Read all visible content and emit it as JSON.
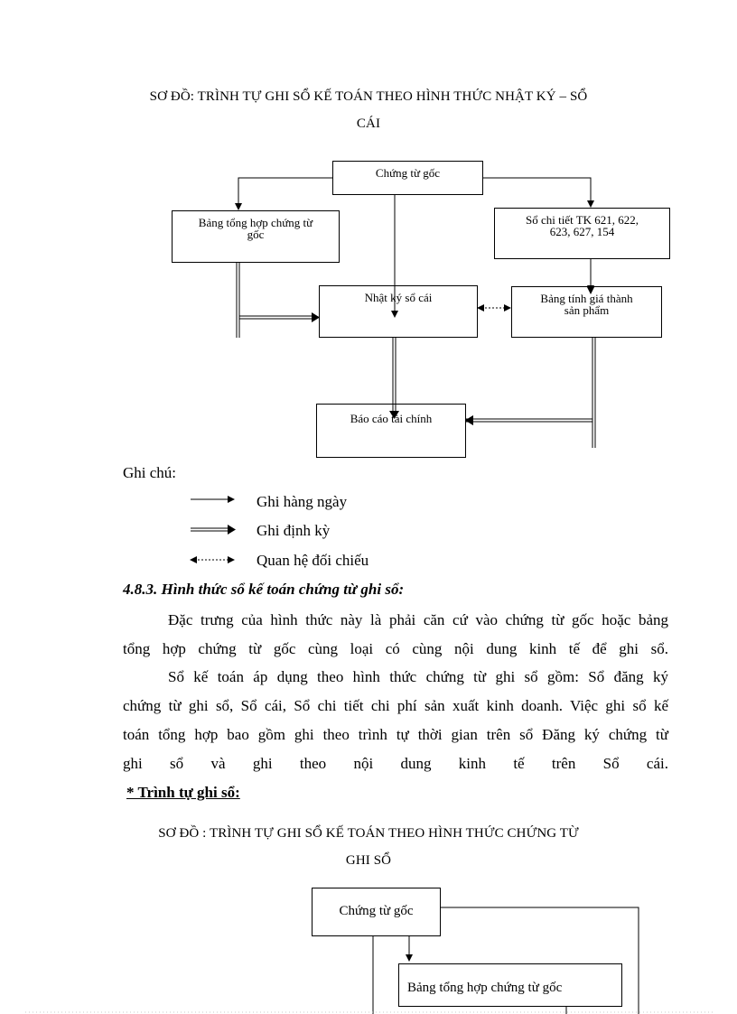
{
  "diagram1": {
    "title_line1": "SƠ ĐỒ: TRÌNH TỰ GHI SỔ KẾ TOÁN THEO HÌNH THỨC NHẬT KÝ – SỔ",
    "title_line2": "CÁI",
    "box_chung_tu_goc": "Chứng từ gốc",
    "box_bang_tong_hop_l1": "Bảng tổng hợp chứng từ",
    "box_bang_tong_hop_l2": "gốc",
    "box_so_chi_tiet_l1": "Sổ chi tiết TK 621, 622,",
    "box_so_chi_tiet_l2": "623, 627, 154",
    "box_nhat_ky_so_cai": "Nhật ký sổ cái",
    "box_bang_tinh_gia_l1": "Bảng tính giá thành",
    "box_bang_tinh_gia_l2": "sản phẩm",
    "box_bao_cao": "Báo cáo tài chính"
  },
  "legend": {
    "heading": "Ghi chú:",
    "daily": "Ghi hàng ngày",
    "periodic": "Ghi định kỳ",
    "reconcile": "Quan hệ đối chiếu"
  },
  "section": {
    "heading": "4.8.3. Hình thức sổ kế toán chứng từ ghi sổ:",
    "p1_l1": "Đặc trưng của hình thức này là phải căn cứ vào chứng từ gốc hoặc bảng",
    "p1_l2": "tổng hợp chứng từ gốc cùng loại có cùng nội dung kinh tế để ghi sổ.",
    "p2_l1": "Sổ kế toán áp dụng theo hình thức chứng từ ghi sổ gồm: Sổ đăng ký",
    "p2_l2": "chứng từ ghi sổ, Sổ cái, Sổ chi tiết chi phí sản xuất kinh doanh. Việc ghi sổ kế",
    "p2_l3": "toán tổng hợp bao gồm ghi theo trình tự thời gian trên sổ Đăng ký chứng từ",
    "p2_l4": "ghi sổ và ghi theo nội dung kinh tế trên Sổ cái.",
    "subheading": "* Trình tự ghi sổ:"
  },
  "diagram2": {
    "title_line1": "SƠ ĐỒ : TRÌNH TỰ GHI SỔ KẾ TOÁN THEO HÌNH THỨC CHỨNG TỪ",
    "title_line2": "GHI SỔ",
    "box_chung_tu_goc": "Chứng từ gốc",
    "box_bang_tong_hop": "Bảng tổng hợp chứng từ gốc"
  }
}
